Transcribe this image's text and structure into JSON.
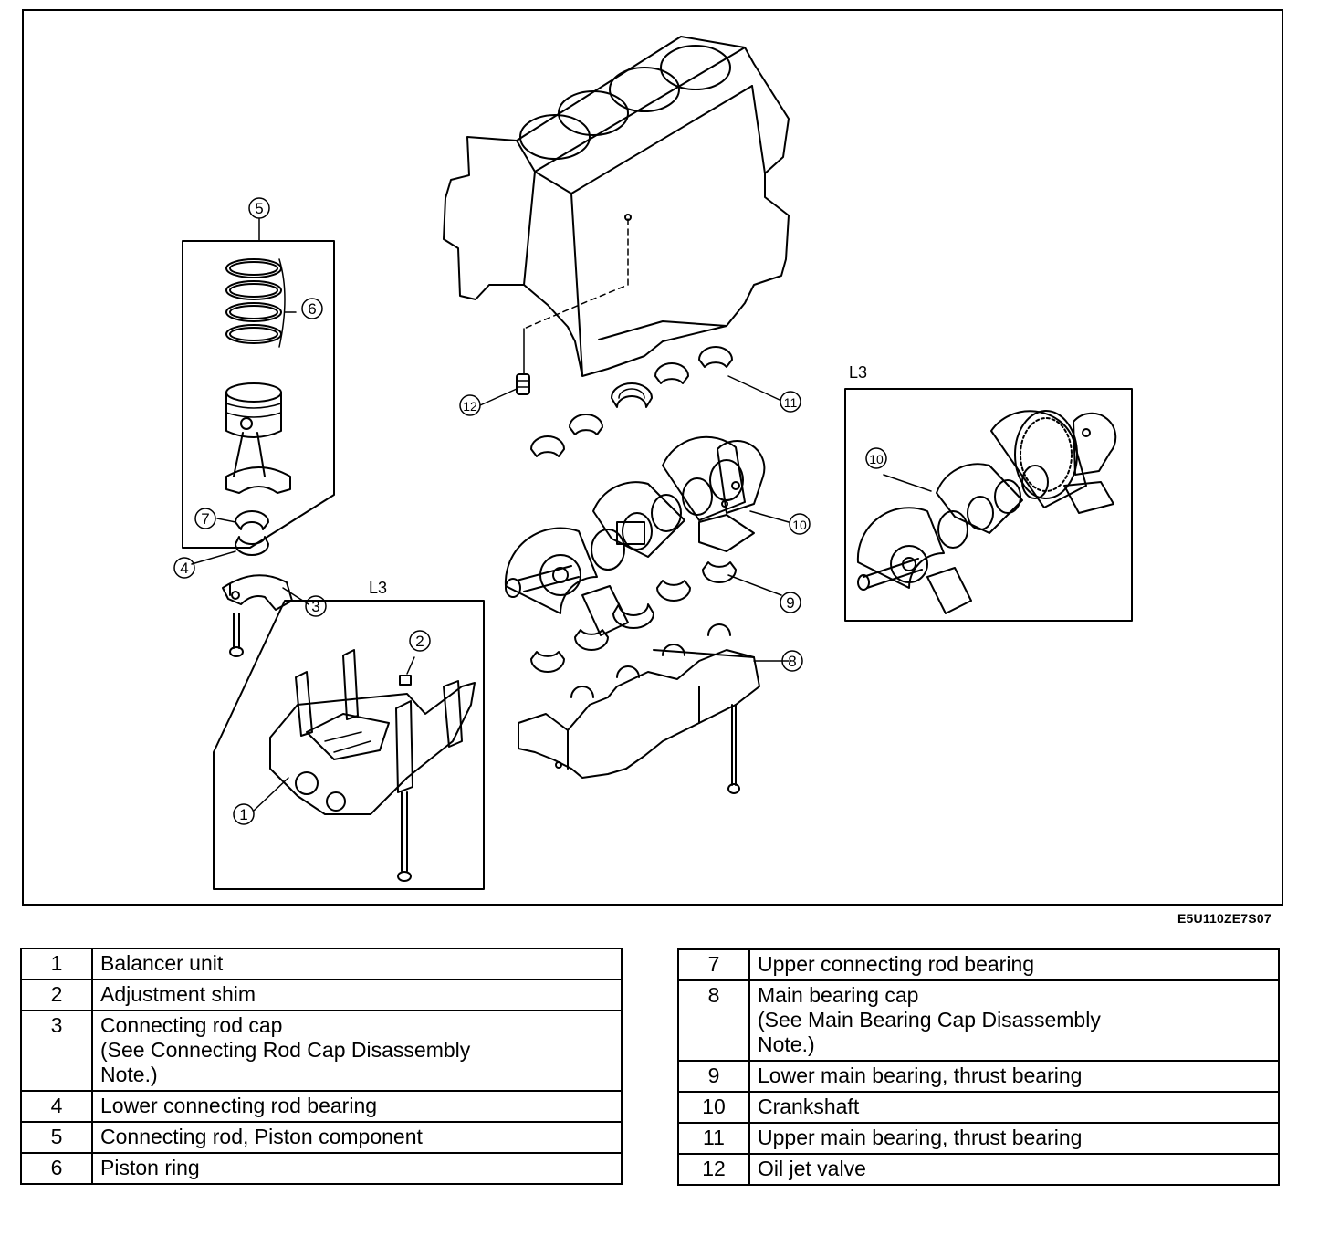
{
  "figure": {
    "code": "E5U110ZE7S07",
    "inset_labels": {
      "balancer_inset": "L3",
      "crankshaft_inset": "L3"
    },
    "callouts": {
      "c1": "1",
      "c2": "2",
      "c3": "3",
      "c4": "4",
      "c5": "5",
      "c6": "6",
      "c7": "7",
      "c8": "8",
      "c9": "9",
      "c10": "10",
      "c10_inset": "10",
      "c11": "11",
      "c12": "12"
    }
  },
  "legend_left": [
    {
      "num": "1",
      "lines": [
        "Balancer unit"
      ]
    },
    {
      "num": "2",
      "lines": [
        "Adjustment shim"
      ]
    },
    {
      "num": "3",
      "lines": [
        "Connecting rod cap",
        "(See Connecting Rod Cap Disassembly",
        "Note.)"
      ]
    },
    {
      "num": "4",
      "lines": [
        "Lower connecting rod bearing"
      ]
    },
    {
      "num": "5",
      "lines": [
        "Connecting rod, Piston component"
      ]
    },
    {
      "num": "6",
      "lines": [
        "Piston ring"
      ]
    }
  ],
  "legend_right": [
    {
      "num": "7",
      "lines": [
        "Upper connecting rod bearing"
      ]
    },
    {
      "num": "8",
      "lines": [
        "Main bearing cap",
        "(See Main Bearing Cap Disassembly",
        "Note.)"
      ]
    },
    {
      "num": "9",
      "lines": [
        "Lower main bearing, thrust bearing"
      ]
    },
    {
      "num": "10",
      "lines": [
        "Crankshaft"
      ]
    },
    {
      "num": "11",
      "lines": [
        "Upper main bearing, thrust bearing"
      ]
    },
    {
      "num": "12",
      "lines": [
        "Oil jet valve"
      ]
    }
  ]
}
